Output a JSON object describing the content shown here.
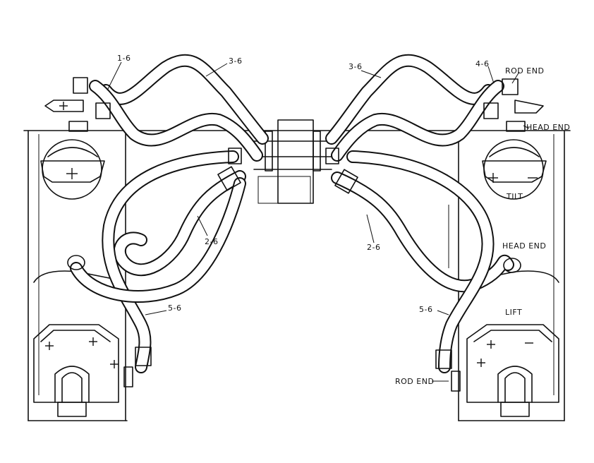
{
  "labels": {
    "l16": "1-6",
    "l36_left": "3-6",
    "l36_right": "3-6",
    "l46": "4-6",
    "rod_end_top": "ROD END",
    "head_end_top": "HEAD END",
    "tilt": "TILT",
    "l26_left": "2-6",
    "l26_right": "2-6",
    "head_end_mid": "HEAD END",
    "l56_left": "5-6",
    "l56_right": "5-6",
    "lift": "LIFT",
    "rod_end_bottom": "ROD END"
  },
  "colors": {
    "ink": "#111111",
    "paper": "#ffffff"
  }
}
